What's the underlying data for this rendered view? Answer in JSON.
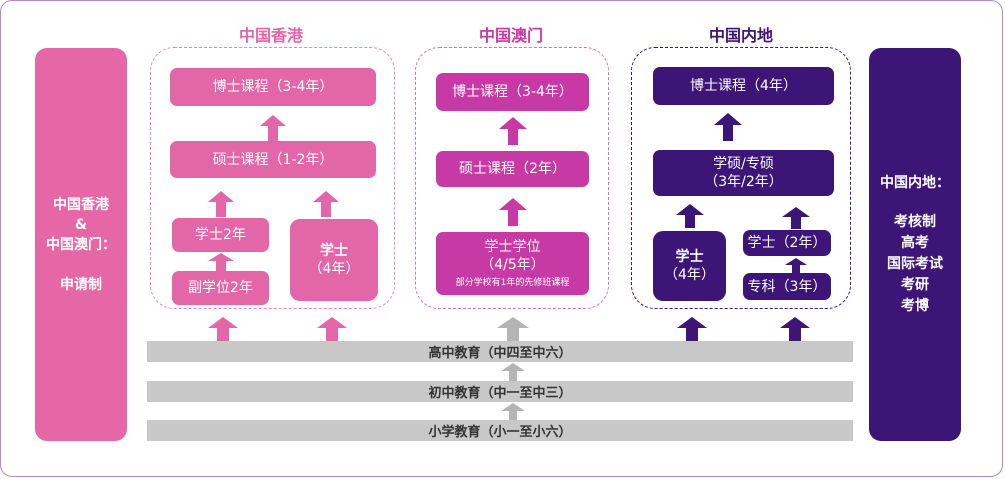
{
  "colors": {
    "hk": "#e366a8",
    "hk_side": "#e567a6",
    "macau": "#c73aa5",
    "mainland": "#3d1576",
    "gray_bar": "#c8c8c8",
    "gray_arrow": "#b4b4b4"
  },
  "left_sidebar": {
    "line1": "中国香港",
    "line2": "&",
    "line3": "中国澳门：",
    "line4": "申请制"
  },
  "right_sidebar": {
    "heading": "中国内地：",
    "items": [
      "考核制",
      "高考",
      "国际考试",
      "考研",
      "考博"
    ]
  },
  "hk": {
    "title": "中国香港",
    "phd": "博士课程（3-4年）",
    "master": "硕士课程（1-2年）",
    "bachelor_2": "学士2年",
    "associate": "副学位2年",
    "bachelor_line1": "学士",
    "bachelor_line2": "（4年）"
  },
  "macau": {
    "title": "中国澳门",
    "phd": "博士课程（3-4年）",
    "master": "硕士课程（2年）",
    "bachelor_line1": "学士学位",
    "bachelor_line2": "（4/5年）",
    "bachelor_note": "部分学校有1年的先修班课程"
  },
  "mainland": {
    "title": "中国内地",
    "phd": "博士课程（4年）",
    "master_line1": "学硕/专硕",
    "master_line2": "（3年/2年）",
    "bachelor_line1": "学士",
    "bachelor_line2": "（4年）",
    "bachelor_2": "学士（2年）",
    "junior_college": "专科（3年）"
  },
  "education": {
    "senior": "高中教育（中四至中六）",
    "junior": "初中教育（中一至中三）",
    "primary": "小学教育（小一至小六）"
  }
}
